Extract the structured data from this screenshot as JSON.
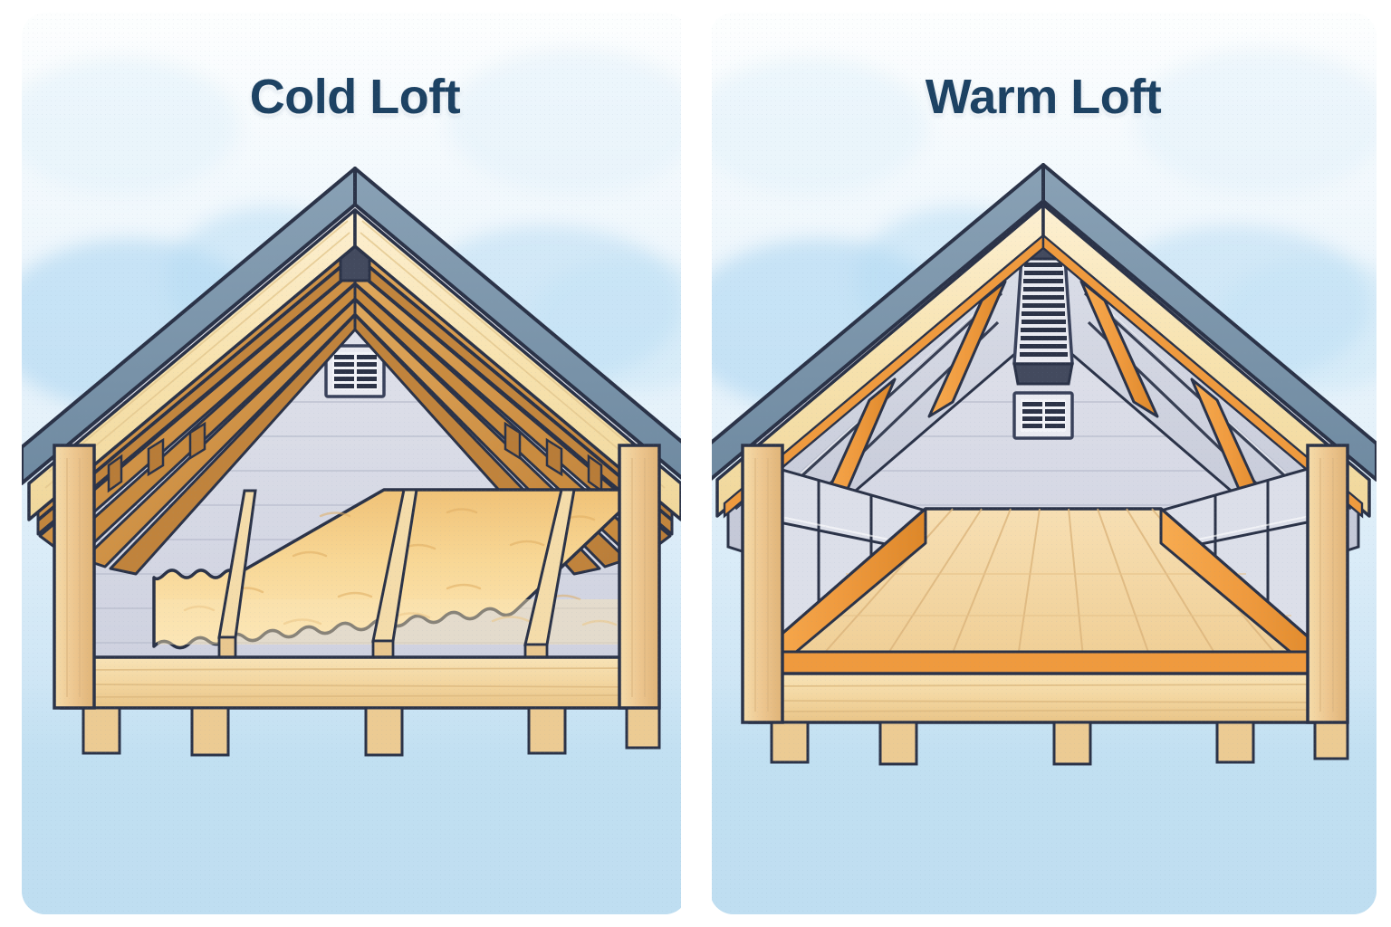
{
  "meta": {
    "diagram_type": "comparison-illustration",
    "subject": "Loft insulation construction types",
    "panel_count": 2
  },
  "colors": {
    "title_text": "#1d4263",
    "sky_top": "#fdfefe",
    "sky_bottom": "#c5e1f3",
    "ground": "#bfdef1",
    "roof_slate": "#7d96ab",
    "roof_slate_dark": "#6e889f",
    "fascia_cream": "#f6e0ac",
    "fascia_cream_light": "#fbeec8",
    "rafter_tan": "#d79a4e",
    "rafter_tan_dark": "#c0833c",
    "rafter_orange": "#ef9a3e",
    "rafter_orange_dark": "#e08a2c",
    "timber_light": "#f3d9a4",
    "timber_post": "#eec892",
    "gable_wall": "#d8d9e4",
    "gable_wall_light": "#e4e5ee",
    "insulation_panel": "#c7cbd8",
    "insulation_panel_light": "#d9dce6",
    "mineral_wool": "#f2c87a",
    "mineral_wool_light": "#fbe3b0",
    "floor_board": "#f6dcae",
    "outline": "#2b3348",
    "vent_frame": "#3a4257",
    "vent_slat": "#2c3347"
  },
  "panels": [
    {
      "id": "cold-loft",
      "title": "Cold Loft",
      "description": "Pitched roof with uninsulated, ventilated rafters and thick mineral-wool insulation laid between and over the ceiling joists at floor level.",
      "elements": {
        "roof_covering": "slate-roof-covering",
        "fascia": "cream-fascia-board",
        "rafters": "exposed-timber-rafters",
        "ridge_block": "ridge-block",
        "gable_wall": "gable-end-wall",
        "gable_vent": "gable-louvre-vent",
        "insulation": "mineral-wool-batts-at-joist-level",
        "joists": "ceiling-joists",
        "wall_plate": "timber-wall-plate-beam",
        "posts": "support-post-stubs",
        "corner_posts": "corner-posts"
      },
      "counts": {
        "rafters_per_side": 6,
        "insulation_bays": 4,
        "exposed_joists": 3,
        "post_stubs": 4,
        "gable_vent_rows": 5,
        "gable_vent_cols": 2
      }
    },
    {
      "id": "warm-loft",
      "title": "Warm Loft",
      "description": "Pitched roof insulated at rafter level with a boarded, habitable loft floor, stud knee walls and a ridge ventilation strip.",
      "elements": {
        "roof_covering": "slate-roof-covering",
        "fascia": "cream-fascia-board",
        "roof_insulation": "insulation-boards-between-rafters",
        "rafters": "orange-rafters",
        "ridge_vent": "ridge-louvre-vent-strip",
        "ridge_block": "ridge-block",
        "gable_wall": "gable-end-wall",
        "gable_vent": "gable-louvre-vent",
        "knee_walls": "stud-knee-walls",
        "floor": "boarded-loft-floor",
        "skirting": "orange-eaves-trim",
        "wall_plate": "timber-wall-plate-beam",
        "posts": "support-post-stubs",
        "corner_posts": "corner-posts"
      },
      "counts": {
        "roof_insulation_bays_per_side": 5,
        "orange_rafters_per_side": 2,
        "knee_wall_studs_per_side": 3,
        "floor_boards": 9,
        "post_stubs": 4,
        "ridge_vent_slats": 13,
        "gable_vent_rows": 4,
        "gable_vent_cols": 2
      }
    }
  ]
}
